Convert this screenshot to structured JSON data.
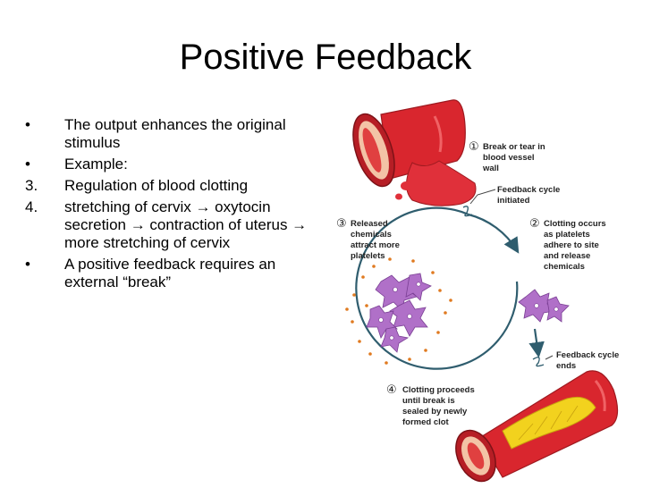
{
  "slide": {
    "title": "Positive Feedback",
    "bullets": [
      {
        "marker": "•",
        "text": "The output enhances the original stimulus"
      },
      {
        "marker": "•",
        "text": "Example:"
      },
      {
        "marker": "3.",
        "text": "Regulation of blood clotting"
      },
      {
        "marker": "4.",
        "text": " stretching of cervix → oxytocin secretion → contraction of uterus → more stretching of cervix"
      },
      {
        "marker": "•",
        "text": "A positive feedback requires an external “break”"
      }
    ]
  },
  "diagram": {
    "step1": {
      "number": "①",
      "lines": [
        "Break or tear in",
        "blood vessel",
        "wall"
      ]
    },
    "feedback_start": {
      "lines": [
        "Feedback cycle",
        "initiated"
      ]
    },
    "step2": {
      "number": "②",
      "lines": [
        "Clotting occurs",
        "as platelets",
        "adhere to site",
        "and release",
        "chemicals"
      ]
    },
    "step3": {
      "number": "③",
      "lines": [
        "Released",
        "chemicals",
        "attract more",
        "platelets"
      ]
    },
    "feedback_end": {
      "lines": [
        "Feedback cycle",
        "ends"
      ]
    },
    "step4": {
      "number": "④",
      "lines": [
        "Clotting proceeds",
        "until break is",
        "sealed by newly",
        "formed clot"
      ]
    }
  },
  "colors": {
    "vessel": "#d9262e",
    "vessel_dark": "#9e1a20",
    "vessel_inner": "#f3c3a6",
    "cycle": "#2f5d6e",
    "platelet": "#b070c8",
    "dots": "#e07a20",
    "clot": "#f2d21e"
  }
}
